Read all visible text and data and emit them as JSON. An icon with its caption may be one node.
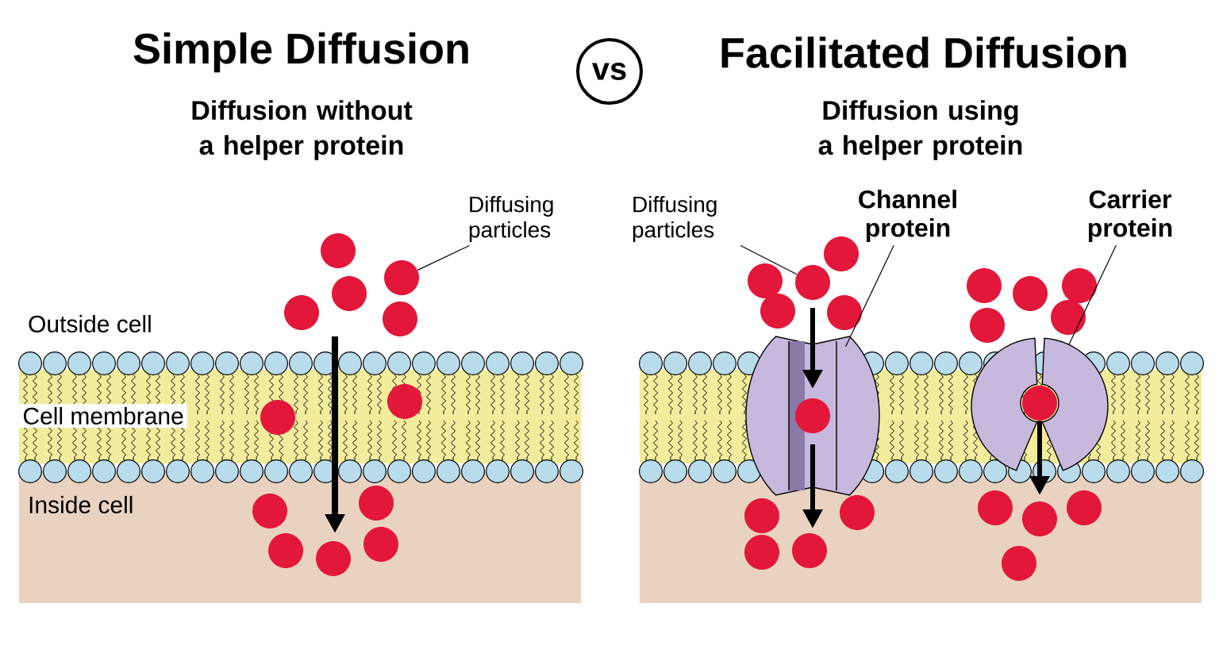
{
  "diagram": {
    "nodes": [
      {
        "text": [
          "vs"
        ]
      },
      {
        "text": [
          "Diffusing particles"
        ]
      },
      {
        "text": [
          "Diffusing particles"
        ]
      },
      {
        "text": [
          "Channel protein"
        ]
      },
      {
        "text": [],
        "shape": "picture"
      },
      {
        "text": [
          "Carrier protein"
        ]
      },
      {
        "text": [],
        "shape": "picture"
      },
      {
        "text": [],
        "shape": "circle"
      },
      {
        "text": [],
        "shape": "circle"
      },
      {
        "text": [],
        "shape": "circle"
      },
      {
        "text": [],
        "shape": "circle"
      },
      {
        "text": [],
        "shape": "circle"
      },
      {
        "text": [],
        "shape": "circle"
      },
      {
        "text": [],
        "shape": "circle"
      },
      {
        "text": [],
        "shape": "circle"
      },
      {
        "text": [],
        "shape": "circle"
      },
      {
        "text": [],
        "shape": "circle"
      },
      {
        "text": [],
        "shape": "circle"
      },
      {
        "text": [],
        "shape": "circle"
      },
      {
        "text": [],
        "shape": "circle"
      },
      {
        "text": [],
        "shape": "circle"
      },
      {
        "text": [],
        "shape": "circle"
      },
      {
        "text": [],
        "shape": "circle"
      },
      {
        "text": [],
        "shape": "circle"
      },
      {
        "text": [],
        "shape": "circle",
        "in": 4
      },
      {
        "text": [],
        "shape": "circle"
      },
      {
        "text": [],
        "shape": "circle"
      },
      {
        "text": [],
        "shape": "circle"
      },
      {
        "text": [],
        "shape": "circle"
      },
      {
        "text": [],
        "shape": "circle"
      },
      {
        "text": [],
        "shape": "circle"
      },
      {
        "text": [],
        "shape": "circle"
      },
      {
        "text": [],
        "shape": "circle"
      },
      {
        "text": [],
        "shape": "circle"
      },
      {
        "text": [],
        "shape": "circle",
        "in": 6
      },
      {
        "text": [],
        "shape": "circle"
      },
      {
        "text": [],
        "shape": "circle"
      },
      {
        "text": [],
        "shape": "circle"
      },
      {
        "text": [],
        "shape": "circle"
      }
    ],
    "edges": [
      {
        "from": 1,
        "to": 8,
        "arrow": "none"
      },
      {
        "from": 2,
        "to": 21,
        "arrow": "none"
      },
      {
        "from": 3,
        "to": 4,
        "arrow": "none"
      },
      {
        "from": 5,
        "to": 6,
        "arrow": "none"
      },
      {
        "from": 34,
        "to": null,
        "arrow": "to",
        "style": "thick"
      }
    ],
    "labels": [
      "Simple Diffusion",
      "Diffusion without a helper protein",
      "Facilitated Diffusion",
      "Diffusion using a helper protein",
      "Outside cell",
      "Cell membrane",
      "Inside cell"
    ]
  }
}
